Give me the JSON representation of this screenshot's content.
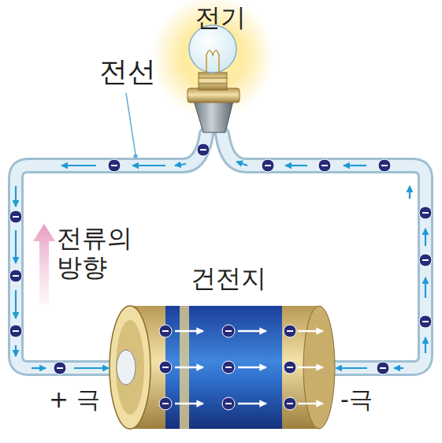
{
  "diagram": {
    "labels": [
      "전기",
      "전선",
      "전류의 방향",
      "건전지",
      "+ 극",
      "-극"
    ]
  }
}
